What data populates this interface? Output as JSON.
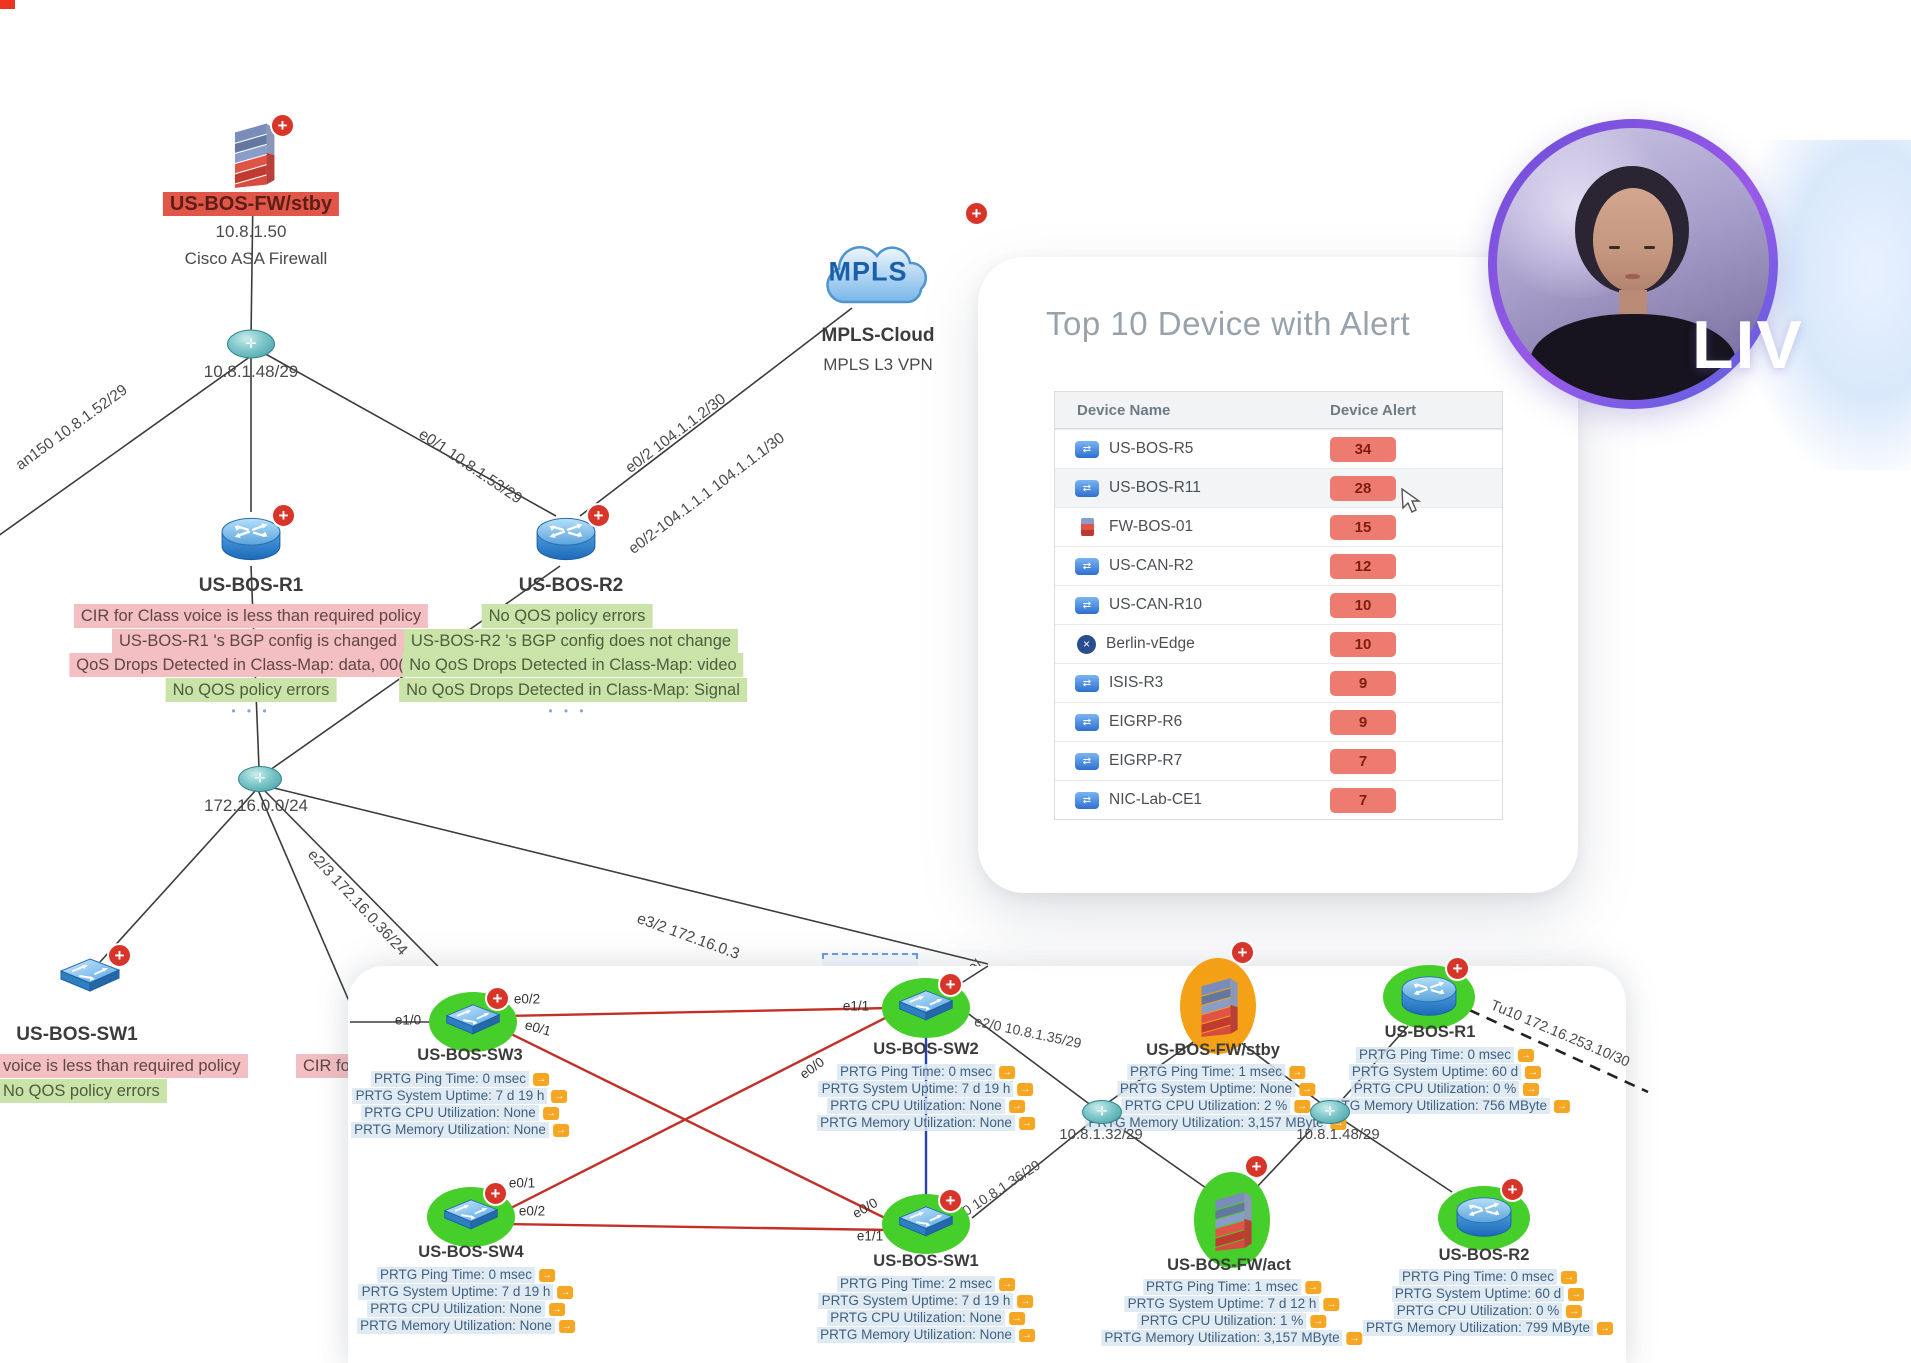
{
  "overlay": {
    "live": "LIV"
  },
  "alert_panel": {
    "title": "Top 10 Device with Alert",
    "columns": {
      "device": "Device Name",
      "alert": "Device Alert"
    },
    "rows": [
      {
        "name": "US-BOS-R5",
        "alerts": "34"
      },
      {
        "name": "US-BOS-R11",
        "alerts": "28"
      },
      {
        "name": "FW-BOS-01",
        "alerts": "15"
      },
      {
        "name": "US-CAN-R2",
        "alerts": "12"
      },
      {
        "name": "US-CAN-R10",
        "alerts": "10"
      },
      {
        "name": "Berlin-vEdge",
        "alerts": "10"
      },
      {
        "name": "ISIS-R3",
        "alerts": "9"
      },
      {
        "name": "EIGRP-R6",
        "alerts": "9"
      },
      {
        "name": "EIGRP-R7",
        "alerts": "7"
      },
      {
        "name": "NIC-Lab-CE1",
        "alerts": "7"
      }
    ]
  },
  "topology": {
    "fw_top": {
      "name": "US-BOS-FW/stby",
      "ip": "10.8.1.50",
      "model": "Cisco ASA Firewall"
    },
    "hub_top": {
      "label": "10.8.1.48/29"
    },
    "lan": {
      "label": "172.16.0.0/24"
    },
    "mpls": {
      "badge": "MPLS",
      "name": "MPLS-Cloud",
      "subtitle": "MPLS L3 VPN"
    },
    "r1": {
      "name": "US-BOS-R1",
      "alerts": [
        "CIR for Class voice is less than required policy",
        "US-BOS-R1 's BGP config is changed",
        "QoS Drops Detected in Class-Map: data, 00(",
        "No QOS policy errors"
      ],
      "more": "• • •"
    },
    "r2": {
      "name": "US-BOS-R2",
      "alerts": [
        "No QOS policy errors",
        "US-BOS-R2 's BGP config does not change",
        "No QoS Drops Detected in Class-Map: video",
        "No QoS Drops Detected in Class-Map: Signal"
      ],
      "more": "• • •"
    },
    "sw1": {
      "name": "US-BOS-SW1",
      "alert_pink": "voice is less than required policy",
      "alert_green": "No QOS policy errors",
      "alert_clipped": "CIR fo"
    },
    "links": {
      "vlan": "an150 10.8.1.52/29",
      "e01": "e0/1 10.8.1.53/29",
      "e02a": "e0/2 104.1.1.2/30",
      "e02b": "e0/2-104.1.1.1 104.1.1.1/30",
      "e23": "e2/3 172.16.0.36/24",
      "e32": "e3/2 172.16.0.3",
      "e0partial": "e0/"
    }
  },
  "panel": {
    "hub_left": "10.8.1.32/29",
    "hub_right": "10.8.1.48/29",
    "tu10": "Tu10 172.16.253.10/30",
    "links": {
      "e20a": "e2/0 10.8.1.35/29",
      "e20b": "e2/0 10.8.1.36/29"
    },
    "sw3": {
      "name": "US-BOS-SW3",
      "ports": {
        "p1": "e1/0",
        "p2": "e0/2",
        "p3": "e0/1"
      },
      "stats": [
        "PRTG Ping Time: 0 msec",
        "PRTG System Uptime: 7 d 19 h",
        "PRTG CPU Utilization: None",
        "PRTG Memory Utilization: None"
      ]
    },
    "sw2": {
      "name": "US-BOS-SW2",
      "ports": {
        "p1": "e1/1",
        "p2": "e0/0"
      },
      "stats": [
        "PRTG Ping Time: 0 msec",
        "PRTG System Uptime: 7 d 19 h",
        "PRTG CPU Utilization: None",
        "PRTG Memory Utilization: None"
      ]
    },
    "fw_stby": {
      "name": "US-BOS-FW/stby",
      "stats": [
        "PRTG Ping Time: 1 msec",
        "PRTG System Uptime: None",
        "PRTG CPU Utilization: 2 %",
        "PRTG Memory Utilization: 3,157 MByte"
      ]
    },
    "r1": {
      "name": "US-BOS-R1",
      "stats": [
        "PRTG Ping Time: 0 msec",
        "PRTG System Uptime: 60 d",
        "PRTG CPU Utilization: 0 %",
        "PRTG Memory Utilization: 756 MByte"
      ]
    },
    "sw4": {
      "name": "US-BOS-SW4",
      "ports": {
        "p1": "e0/1",
        "p2": "e0/2"
      },
      "stats": [
        "PRTG Ping Time: 0 msec",
        "PRTG System Uptime: 7 d 19 h",
        "PRTG CPU Utilization: None",
        "PRTG Memory Utilization: None"
      ]
    },
    "sw1": {
      "name": "US-BOS-SW1",
      "ports": {
        "p1": "e0/0",
        "p2": "e1/1"
      },
      "stats": [
        "PRTG Ping Time: 2 msec",
        "PRTG System Uptime: 7 d 19 h",
        "PRTG CPU Utilization: None",
        "PRTG Memory Utilization: None"
      ]
    },
    "fw_act": {
      "name": "US-BOS-FW/act",
      "stats": [
        "PRTG Ping Time: 1 msec",
        "PRTG System Uptime: 7 d 12 h",
        "PRTG CPU Utilization: 1 %",
        "PRTG Memory Utilization: 3,157 MByte"
      ]
    },
    "r2": {
      "name": "US-BOS-R2",
      "stats": [
        "PRTG Ping Time: 0 msec",
        "PRTG System Uptime: 60 d",
        "PRTG CPU Utilization: 0 %",
        "PRTG Memory Utilization: 799 MByte"
      ]
    }
  }
}
